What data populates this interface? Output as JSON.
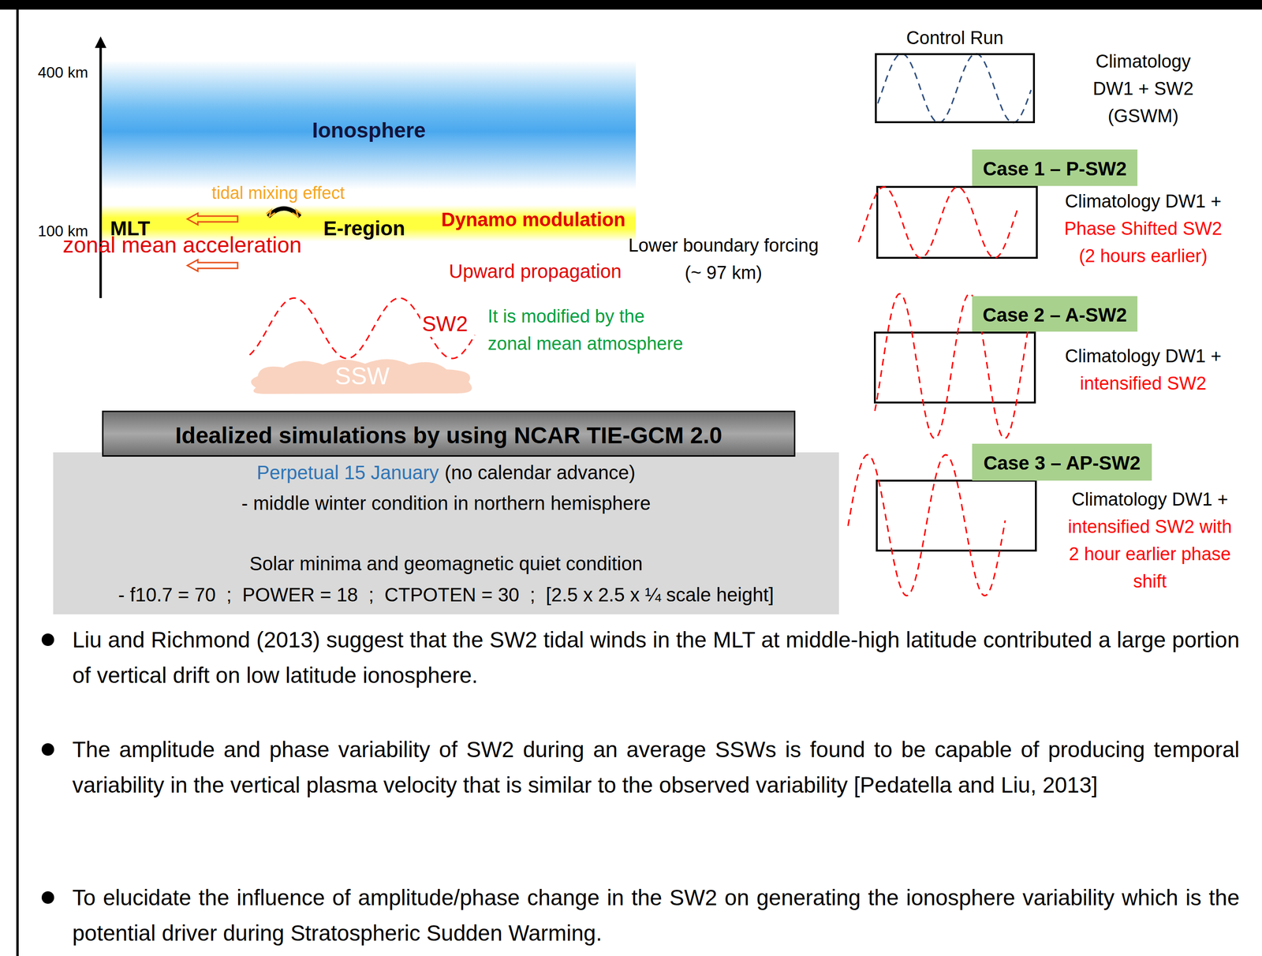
{
  "diagram": {
    "nodes": [
      {
        "text": [
          "Ionosphere"
        ]
      },
      {
        "text": [
          "MLT",
          "E-region",
          "Dynamo modulation"
        ]
      },
      {
        "text": [
          "SSW"
        ]
      },
      {
        "text": [
          "Idealized simulations by using NCAR TIE-GCM 2.0"
        ]
      },
      {
        "text": [
          "Perpetual 15 January",
          "(no calendar advance)",
          "- middle winter condition in northern hemisphere",
          "Solar minima and geomagnetic quiet condition",
          "- f10.7 = 70  ;  POWER = 18  ;  CTPOTEN = 30  ;  [2.5 x 2.5 x ¼ scale height]"
        ]
      },
      {
        "text": [
          "Control Run"
        ]
      },
      {
        "text": [
          "Case 1 – P-SW2"
        ]
      },
      {
        "text": [
          "Case 2 – A-SW2"
        ]
      },
      {
        "text": [
          "Case 3 – AP-SW2"
        ]
      }
    ],
    "labels": [
      "400 km",
      "100 km",
      "tidal mixing effect",
      "zonal mean acceleration",
      "Upward propagation",
      "Lower boundary forcing (~ 97 km)",
      "SW2",
      "It is modified by the zonal mean atmosphere",
      "Climatology DW1 + SW2 (GSWM)",
      "Climatology DW1 +",
      "Phase Shifted SW2 (2 hours earlier)",
      "Climatology DW1 +",
      "intensified SW2",
      "Climatology DW1 +",
      "intensified SW2 with 2 hour earlier phase shift",
      "Liu and Richmond (2013) suggest that the SW2 tidal winds in the MLT at middle-high latitude contributed a large portion of vertical drift on low latitude ionosphere.",
      "The amplitude and phase variability of SW2 during an average SSWs is found to be capable of producing temporal variability in the vertical plasma velocity that is similar to the observed variability [Pedatella and Liu, 2013]",
      "To elucidate the influence of amplitude/phase change in the SW2 on generating the ionosphere variability which is the potential driver during Stratospheric Sudden Warming."
    ]
  }
}
